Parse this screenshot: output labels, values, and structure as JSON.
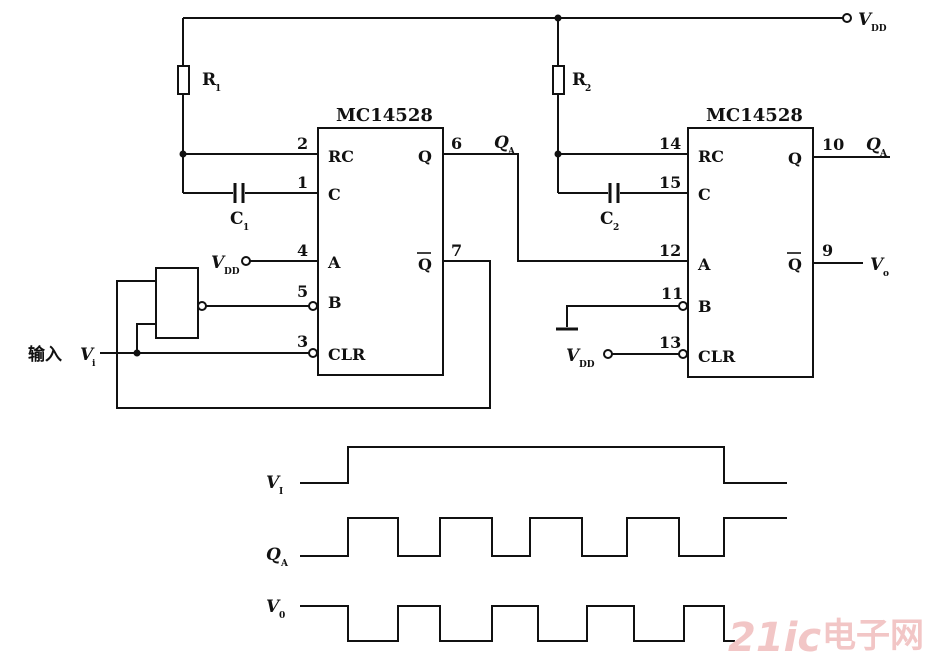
{
  "chips": [
    {
      "part": "MC14528",
      "pins": {
        "rc": "RC",
        "c": "C",
        "a": "A",
        "b": "B",
        "clr": "CLR",
        "q": "Q",
        "qbar": "Q"
      },
      "pin_numbers": {
        "rc": "2",
        "c": "1",
        "a": "4",
        "b": "5",
        "clr": "3",
        "q": "6",
        "qbar": "7"
      }
    },
    {
      "part": "MC14528",
      "pins": {
        "rc": "RC",
        "c": "C",
        "a": "A",
        "b": "B",
        "clr": "CLR",
        "q": "Q",
        "qbar": "Q"
      },
      "pin_numbers": {
        "rc": "14",
        "c": "15",
        "a": "12",
        "b": "11",
        "clr": "13",
        "q": "10",
        "qbar": "9"
      }
    }
  ],
  "components": {
    "r1": {
      "label": "R",
      "sub": "1"
    },
    "r2": {
      "label": "R",
      "sub": "2"
    },
    "c1": {
      "label": "C",
      "sub": "1"
    },
    "c2": {
      "label": "C",
      "sub": "2"
    }
  },
  "nets": {
    "vdd": {
      "label": "V",
      "sub": "DD"
    },
    "qa": {
      "label": "Q",
      "sub": "A"
    },
    "vo": {
      "label": "V",
      "sub": "o"
    },
    "vi": {
      "label": "V",
      "sub": "i"
    },
    "input_text": "输入"
  },
  "waveforms": {
    "vi": {
      "label": "V",
      "sub": "I"
    },
    "qa": {
      "label": "Q",
      "sub": "A"
    },
    "vo": {
      "label": "V",
      "sub": "0"
    }
  },
  "watermark": {
    "brand": "21ic",
    "cn": "电子网"
  },
  "colors": {
    "ink": "#111111",
    "watermark": "#f2c6c6"
  }
}
